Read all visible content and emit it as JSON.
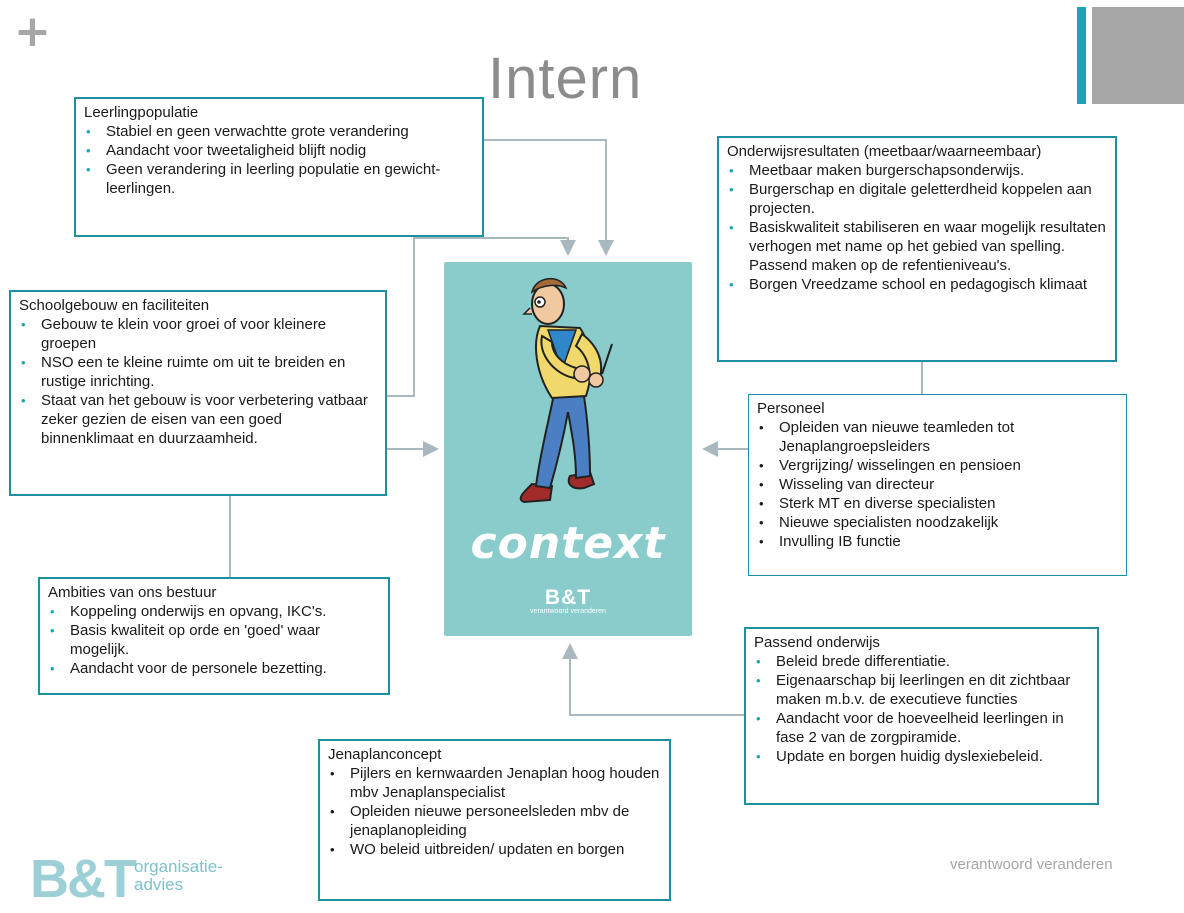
{
  "header": {
    "plus": "+",
    "title": "Intern"
  },
  "center": {
    "word": "context",
    "brand": "B&T",
    "brand_tag": "verantwoord veranderen"
  },
  "boxes": {
    "leerlingpopulatie": {
      "title": "Leerlingpopulatie",
      "items": [
        "Stabiel en geen verwachtte grote verandering",
        "Aandacht voor tweetaligheid blijft nodig",
        "Geen verandering in leerling populatie en gewicht-leerlingen."
      ]
    },
    "onderwijsresultaten": {
      "title": "Onderwijsresultaten (meetbaar/waarneembaar)",
      "items": [
        "Meetbaar maken burgerschapsonderwijs.",
        "Burgerschap en digitale geletterdheid koppelen aan projecten.",
        "Basiskwaliteit stabiliseren en waar mogelijk resultaten verhogen met name op het gebied van spelling. Passend maken op de refentieniveau's.",
        "Borgen Vreedzame school en pedagogisch klimaat"
      ]
    },
    "schoolgebouw": {
      "title": "Schoolgebouw en faciliteiten",
      "items": [
        "Gebouw te klein voor groei of voor kleinere groepen",
        "NSO een te kleine ruimte om uit te breiden en rustige inrichting.",
        "Staat van het gebouw is voor verbetering vatbaar zeker gezien de eisen van een goed binnenklimaat en duurzaamheid."
      ]
    },
    "personeel": {
      "title": "Personeel",
      "items": [
        "Opleiden van nieuwe teamleden tot Jenaplangroepsleiders",
        "Vergrijzing/ wisselingen  en pensioen",
        "Wisseling van directeur",
        "Sterk MT en diverse specialisten",
        "Nieuwe specialisten noodzakelijk",
        "Invulling IB functie"
      ]
    },
    "ambities": {
      "title": "Ambities van ons bestuur",
      "items": [
        "Koppeling onderwijs en opvang, IKC's.",
        "Basis kwaliteit op orde en 'goed' waar mogelijk.",
        "Aandacht voor de personele bezetting."
      ]
    },
    "passend": {
      "title": "Passend onderwijs",
      "items": [
        "Beleid brede differentiatie.",
        "Eigenaarschap bij leerlingen en dit zichtbaar maken m.b.v. de executieve functies",
        "Aandacht  voor de hoeveelheid leerlingen in fase 2 van de zorgpiramide.",
        "Update en borgen huidig dyslexiebeleid."
      ]
    },
    "jenaplan": {
      "title": "Jenaplanconcept",
      "items": [
        "Pijlers en kernwaarden Jenaplan hoog houden mbv Jenaplanspecialist",
        "Opleiden nieuwe personeelsleden mbv de jenaplanopleiding",
        "WO beleid uitbreiden/ updaten en borgen"
      ]
    }
  },
  "footer": {
    "logo_text": "B&T",
    "logo_sub_1": "organisatie-",
    "logo_sub_2": "advies",
    "tagline": "verantwoord veranderen"
  },
  "colors": {
    "box_border": "#1f8fa3",
    "center_bg": "#89cccb",
    "accent": "#1aa6b7",
    "connector": "#a9b8bf"
  }
}
